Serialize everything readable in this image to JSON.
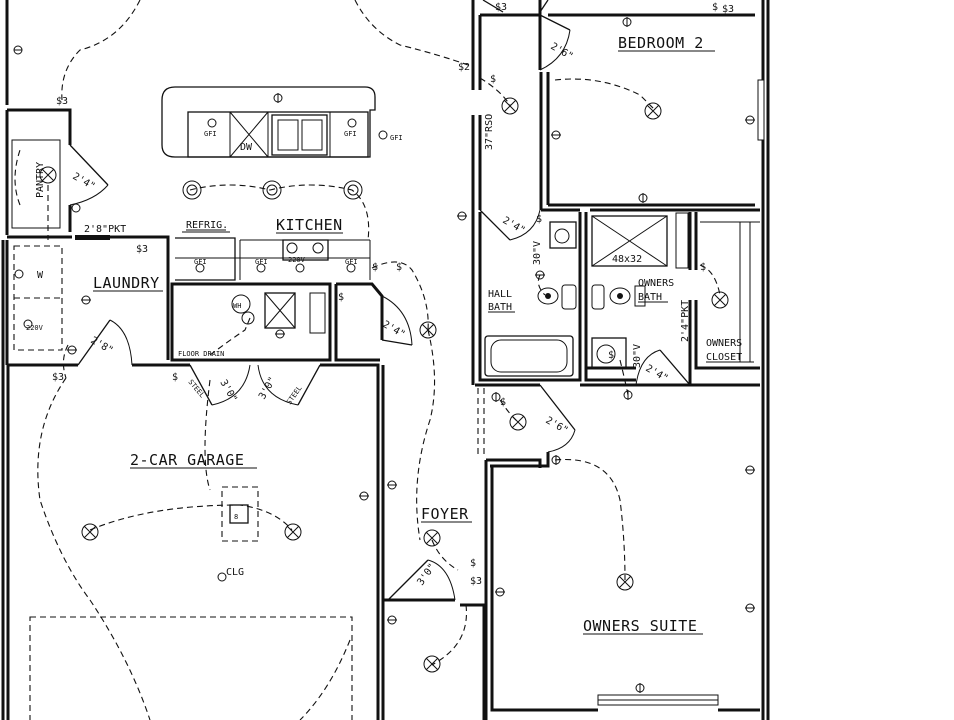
{
  "rooms": {
    "bedroom2": "BEDROOM 2",
    "kitchen": "KITCHEN",
    "laundry": "LAUNDRY",
    "pantry": "PANTRY",
    "garage": "2-CAR GARAGE",
    "foyer": "FOYER",
    "hall_bath_1": "HALL",
    "hall_bath_2": "BATH",
    "owners_bath_1": "OWNERS",
    "owners_bath_2": "BATH",
    "owners_closet_1": "OWNERS",
    "owners_closet_2": "CLOSET",
    "owners_suite": "OWNERS SUITE"
  },
  "labels": {
    "rso": "37\"RSO",
    "pkt_pantry": "2'8\"PKT",
    "pkt_owners": "2'4\"PKT",
    "refrig": "REFRIG.",
    "dw": "DW",
    "wh": "WH",
    "floor_drain": "FLOOR DRAIN",
    "steel_1": "STEEL",
    "steel_2": "STEEL",
    "clg": "CLG",
    "shower": "48x32",
    "washer": "W",
    "dryer_volt": "220V",
    "range_volt": "220V",
    "v_hall": "30\"V",
    "v_owners": "30\"V",
    "gfi": "GFI",
    "opener": "8"
  },
  "doors": {
    "bed2_upper": "2'6\"",
    "pantry": "2'4\"",
    "laundry": "2'8\"",
    "hall_bath": "2'4\"",
    "hall_closet": "2'4\"",
    "garage_1": "3'0\"",
    "garage_2": "3'0\"",
    "owners_bath": "2'4\"",
    "owners_suite": "2'6\"",
    "foyer": "3'0\""
  }
}
